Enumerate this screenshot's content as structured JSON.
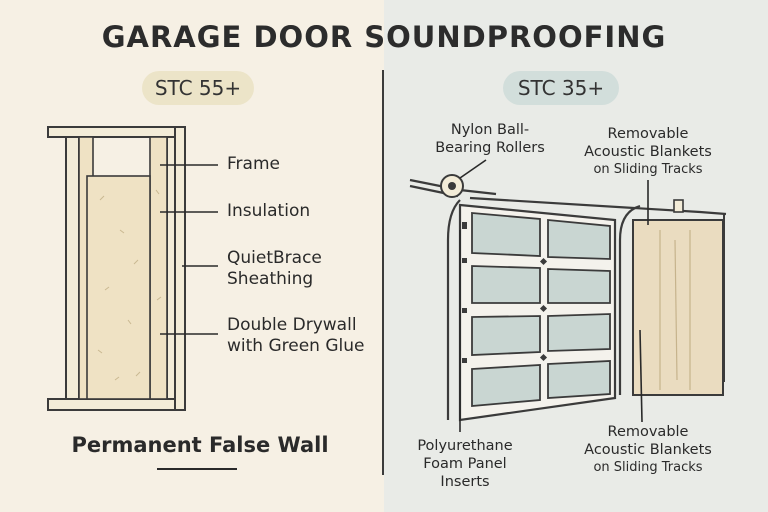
{
  "title": "GARAGE DOOR SOUNDPROOFING",
  "left_panel": {
    "stc_label": "STC 55+",
    "labels": {
      "frame": "Frame",
      "insulation": "Insulation",
      "sheathing_line1": "QuietBrace",
      "sheathing_line2": "Sheathing",
      "drywall_line1": "Double Drywall",
      "drywall_line2": "with Green Glue"
    },
    "caption": "Permanent False Wall"
  },
  "right_panel": {
    "stc_label": "STC 35+",
    "labels": {
      "rollers_line1": "Nylon Ball-",
      "rollers_line2": "Bearing Rollers",
      "blankets_top_line1": "Removable",
      "blankets_top_line2": "Acoustic Blankets",
      "blankets_top_line3": "on Sliding Tracks",
      "foam_line1": "Polyurethane",
      "foam_line2": "Foam Panel",
      "foam_line3": "Inserts",
      "blankets_bottom_line1": "Removable",
      "blankets_bottom_line2": "Acoustic Blankets",
      "blankets_bottom_line3": "on Sliding Tracks"
    }
  },
  "colors": {
    "left_bg": "#f6f0e4",
    "right_bg": "#e9ebe7",
    "outline": "#3b3b3b",
    "insulation": "#efe2c4",
    "frame_wood": "#f3ecd8",
    "glass": "#c9d6d2",
    "blanket": "#eadcc0"
  }
}
